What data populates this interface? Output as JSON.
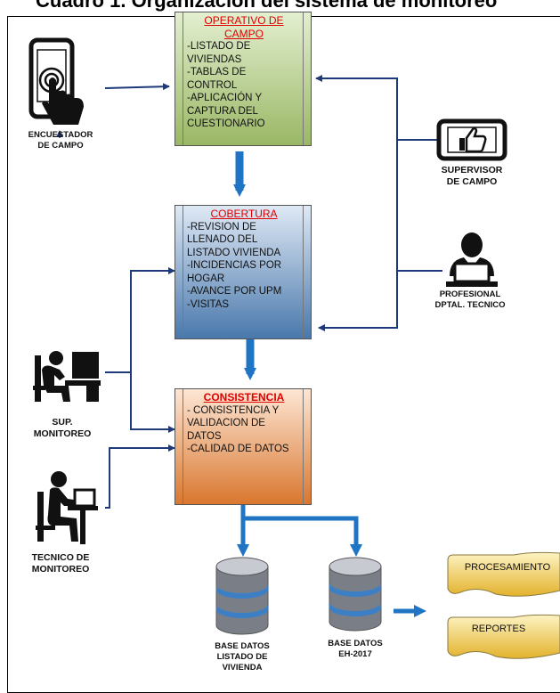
{
  "title": "Cuadro 1. Organización del sistema de monitoreo",
  "boxes": {
    "operativo": {
      "heading_line1": "OPERATIVO DE",
      "heading_line2": "CAMPO",
      "lines": [
        "-LISTADO DE",
        "VIVIENDAS",
        "-TABLAS DE",
        "CONTROL",
        "-APLICACIÓN  Y",
        "CAPTURA DEL",
        "CUESTIONARIO"
      ]
    },
    "cobertura": {
      "heading": "COBERTURA",
      "lines": [
        "-REVISION DE",
        "LLENADO DEL",
        "LISTADO VIVIENDA",
        "-INCIDENCIAS POR",
        "HOGAR",
        "-AVANCE POR UPM",
        "-VISITAS"
      ]
    },
    "consistencia": {
      "heading": "CONSISTENCIA",
      "lines": [
        "- CONSISTENCIA Y",
        "VALIDACION  DE",
        "DATOS",
        "-CALIDAD DE DATOS"
      ]
    }
  },
  "actors": {
    "encuestador": [
      "ENCUESTADOR",
      "DE CAMPO"
    ],
    "supervisor": [
      "SUPERVISOR",
      "DE CAMPO"
    ],
    "profesional": [
      "PROFESIONAL",
      "DPTAL. TECNICO"
    ],
    "sup_monitoreo": [
      "SUP.",
      "MONITOREO"
    ],
    "tecnico": [
      "TECNICO DE",
      "MONITOREO"
    ]
  },
  "databases": {
    "listado": [
      "BASE DATOS",
      "LISTADO DE",
      "VIVIENDA"
    ],
    "eh": [
      "BASE DATOS",
      "EH-2017"
    ]
  },
  "outputs": {
    "procesamiento": "PROCESAMIENTO",
    "reportes": "REPORTES"
  },
  "colors": {
    "arrow_blue": "#1f74c4",
    "line_navy": "#1f3a78",
    "heading_red": "#e00000"
  }
}
